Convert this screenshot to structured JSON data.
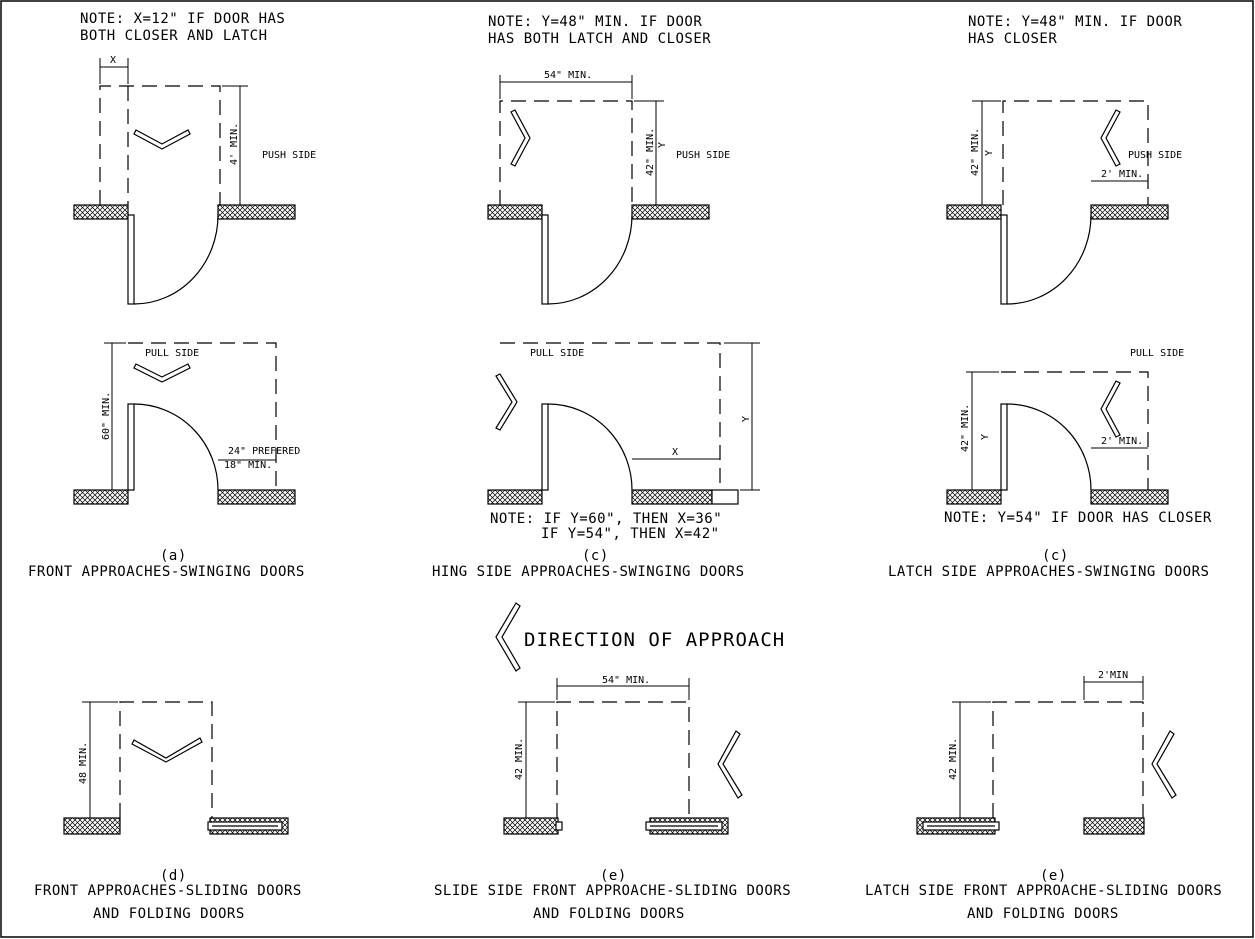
{
  "notes": {
    "a_top": [
      "NOTE: X=12\" IF DOOR HAS",
      "BOTH CLOSER AND LATCH"
    ],
    "b_top": [
      "NOTE: Y=48\" MIN. IF DOOR",
      "HAS BOTH  LATCH AND CLOSER"
    ],
    "c_top": [
      "NOTE: Y=48\" MIN. IF DOOR",
      "HAS CLOSER"
    ],
    "b_bottom": [
      "NOTE: IF Y=60\", THEN X=36\"",
      "IF Y=54\", THEN X=42\""
    ],
    "c_bottom": "NOTE: Y=54\" IF DOOR HAS CLOSER"
  },
  "labels": {
    "push_side": "PUSH SIDE",
    "pull_side": "PULL SIDE",
    "x": "X",
    "y": "Y"
  },
  "dims": {
    "four_min": "4' MIN.",
    "fiftyfour_min": "54\" MIN.",
    "fortytwo_min_in": "42\" MIN.",
    "two_min": "2' MIN.",
    "sixty_min": "60\" MIN.",
    "twentyfour_pref": "24\" PREFERED",
    "eighteen_min": "18\" MIN.",
    "fortyeight_min": "48 MIN.",
    "fortytwo_min": "42 MIN.",
    "two_min_compact": "2'MIN"
  },
  "captions": {
    "a_letter": "(a)",
    "a_title": "FRONT APPROACHES-SWINGING DOORS",
    "b_letter": "(c)",
    "b_title": "HING SIDE APPROACHES-SWINGING DOORS",
    "c_letter": "(c)",
    "c_title": "LATCH SIDE APPROACHES-SWINGING DOORS",
    "d_letter": "(d)",
    "d_title": [
      "FRONT APPROACHES-SLIDING DOORS",
      "AND FOLDING DOORS"
    ],
    "e_letter": "(e)",
    "e_title": [
      "SLIDE SIDE FRONT APPROACHE-SLIDING DOORS",
      "AND FOLDING DOORS"
    ],
    "f_letter": "(e)",
    "f_title": [
      "LATCH SIDE FRONT APPROACHE-SLIDING DOORS",
      "AND FOLDING DOORS"
    ]
  },
  "legend": {
    "direction": "DIRECTION OF APPROACH",
    "arrow_icon": "chevron-arrow-icon"
  }
}
